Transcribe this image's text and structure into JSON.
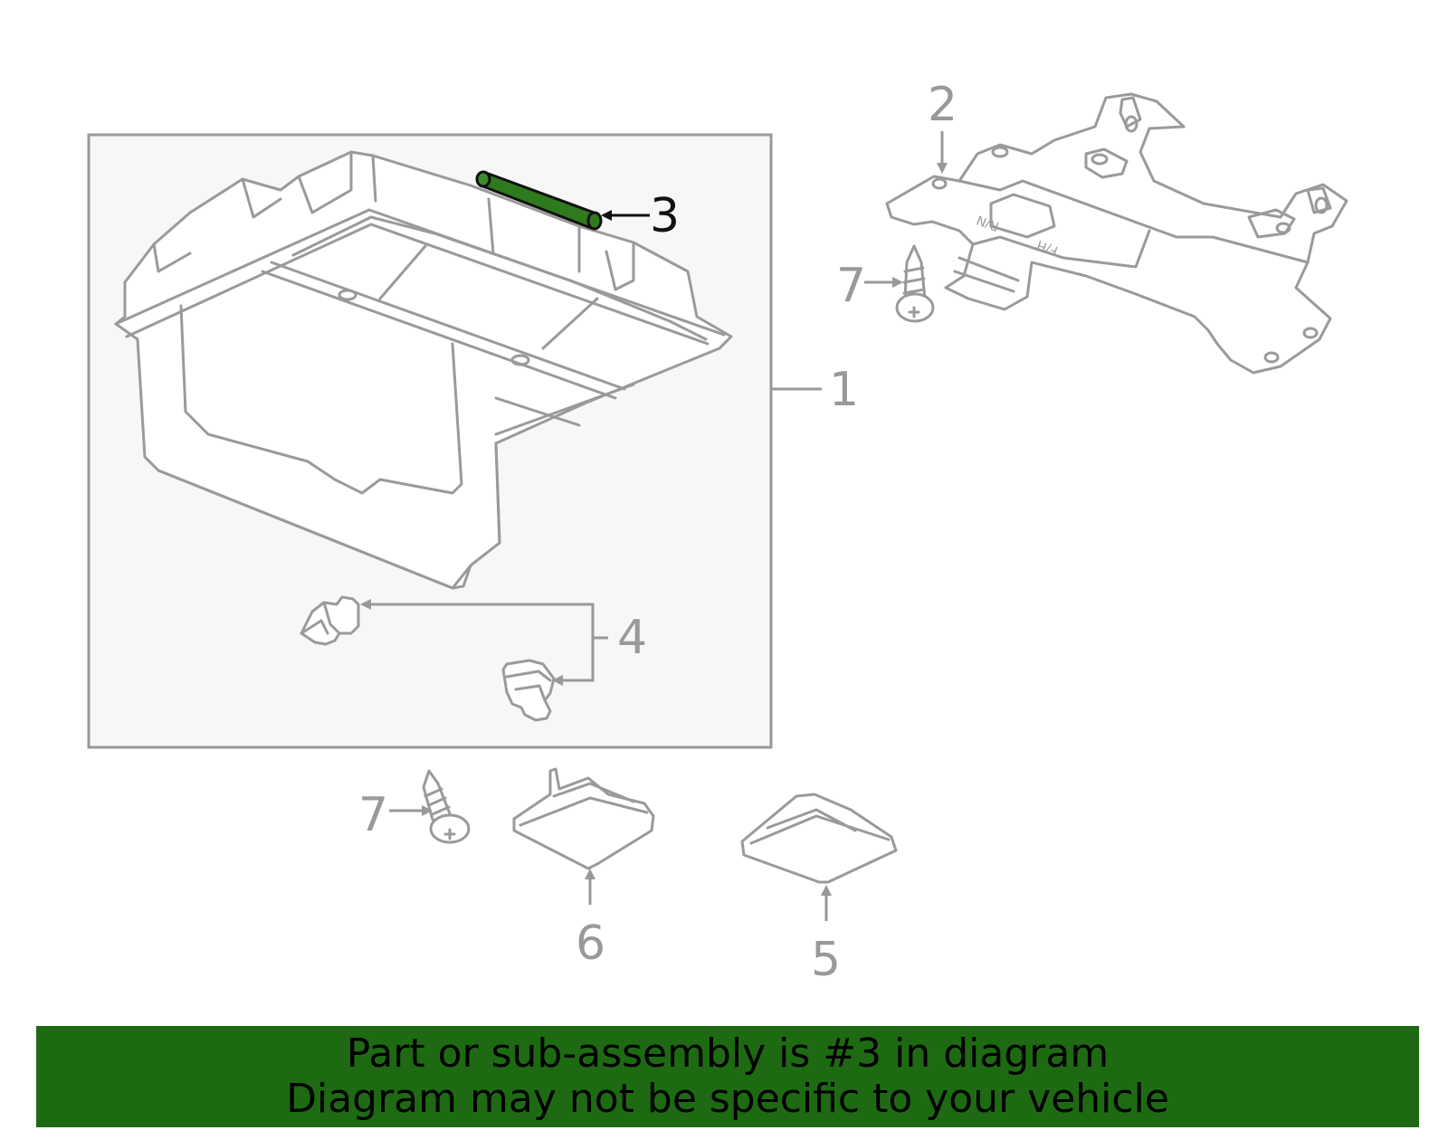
{
  "callouts": {
    "c1": "1",
    "c2": "2",
    "c3": "3",
    "c4": "4",
    "c5": "5",
    "c6": "6",
    "c7a": "7",
    "c7b": "7"
  },
  "banner": {
    "line1": "Part or sub-assembly is #3 in diagram",
    "line2": "Diagram may not be specific to your vehicle"
  },
  "colors": {
    "highlight_part": "#2f7a1c",
    "banner_bg": "#1e6a13",
    "line_gray": "#9a9a9a"
  }
}
